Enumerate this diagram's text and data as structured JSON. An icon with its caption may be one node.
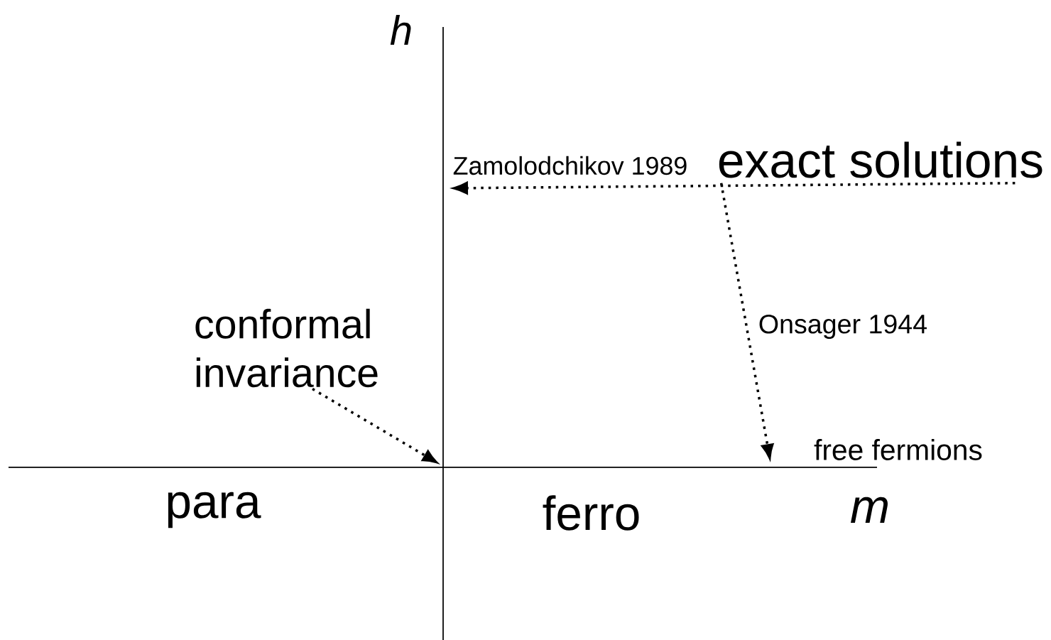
{
  "diagram": {
    "nodes": [
      {
        "text": [
          "exact solutions"
        ]
      },
      {
        "text": [
          "conformal invariance"
        ]
      }
    ],
    "edges": [
      {
        "from": 0,
        "to": null,
        "arrow": "to",
        "label": "Zamolodchikov   1989"
      },
      {
        "from": 0,
        "to": null,
        "arrow": "to",
        "label": "Onsager 1944"
      },
      {
        "from": 1,
        "to": null,
        "arrow": "to"
      }
    ],
    "labels": [
      "h",
      "free fermions",
      "para",
      "ferro",
      "m"
    ]
  }
}
